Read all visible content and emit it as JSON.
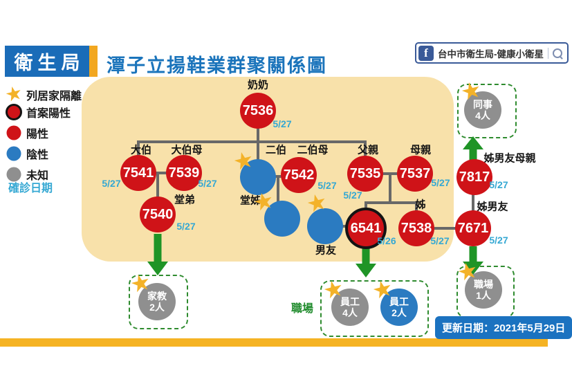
{
  "header": {
    "bureau_label": "衛生局",
    "title": "潭子立揚鞋業群聚關係圖",
    "facebook_badge": {
      "logo": "f",
      "page_name": "台中市衛生局-健康小衛星"
    }
  },
  "legend": {
    "star_label": "列居家隔離",
    "first_case_label": "首案陽性",
    "positive_label": "陽性",
    "negative_label": "陰性",
    "unknown_label": "未知",
    "date_label": "確診日期"
  },
  "nodes": {
    "grandmother": {
      "label": "奶奶",
      "case": "7536",
      "date": "5/27"
    },
    "eldest_uncle": {
      "label": "大伯",
      "case": "7541",
      "date": "5/27"
    },
    "eldest_uncle_wife": {
      "label": "大伯母",
      "case": "7539",
      "date": "5/27"
    },
    "second_uncle": {
      "label": "二伯"
    },
    "second_uncle_wife": {
      "label": "二伯母",
      "case": "7542",
      "date": "5/27"
    },
    "father": {
      "label": "父親",
      "case": "7535",
      "date": "5/27"
    },
    "mother": {
      "label": "母親",
      "case": "7537",
      "date": "5/27"
    },
    "sister_boyfriend_mother": {
      "label": "姊男友母親",
      "case": "7817",
      "date": "5/27"
    },
    "cousin_brother": {
      "label": "堂弟",
      "case": "7540",
      "date": "5/27"
    },
    "cousin_sister": {
      "label": "堂姊"
    },
    "boyfriend": {
      "label": "男友"
    },
    "index_case": {
      "case": "6541",
      "date": "5/26"
    },
    "sister": {
      "label": "姊",
      "case": "7538",
      "date": "5/27"
    },
    "sister_boyfriend": {
      "label": "姊男友",
      "case": "7671",
      "date": "5/27"
    }
  },
  "outcomes": {
    "colleagues": {
      "label": "同事",
      "count": "4人"
    },
    "tutor": {
      "label": "家教",
      "count": "2人"
    },
    "employees_gray": {
      "label": "員工",
      "count": "4人"
    },
    "employees_blue": {
      "label": "員工",
      "count": "2人"
    },
    "workplace_one": {
      "label": "職場",
      "count": "1人"
    },
    "workplace_label": "職場"
  },
  "footer": {
    "update_date": "更新日期：2021年5月29日"
  },
  "icons": {
    "star": "★"
  },
  "colors": {
    "positive": "#cf1318",
    "negative": "#2b7bc1",
    "unknown": "#8f8f8f",
    "first_case_ring": "#141414",
    "star": "#f3b229",
    "arrow_green": "#1f9426",
    "date_teal": "#35a8d3",
    "accent_blue": "#1a6cb8",
    "accent_yellow": "#f2a720",
    "panel_beige": "#f8e1aa"
  }
}
